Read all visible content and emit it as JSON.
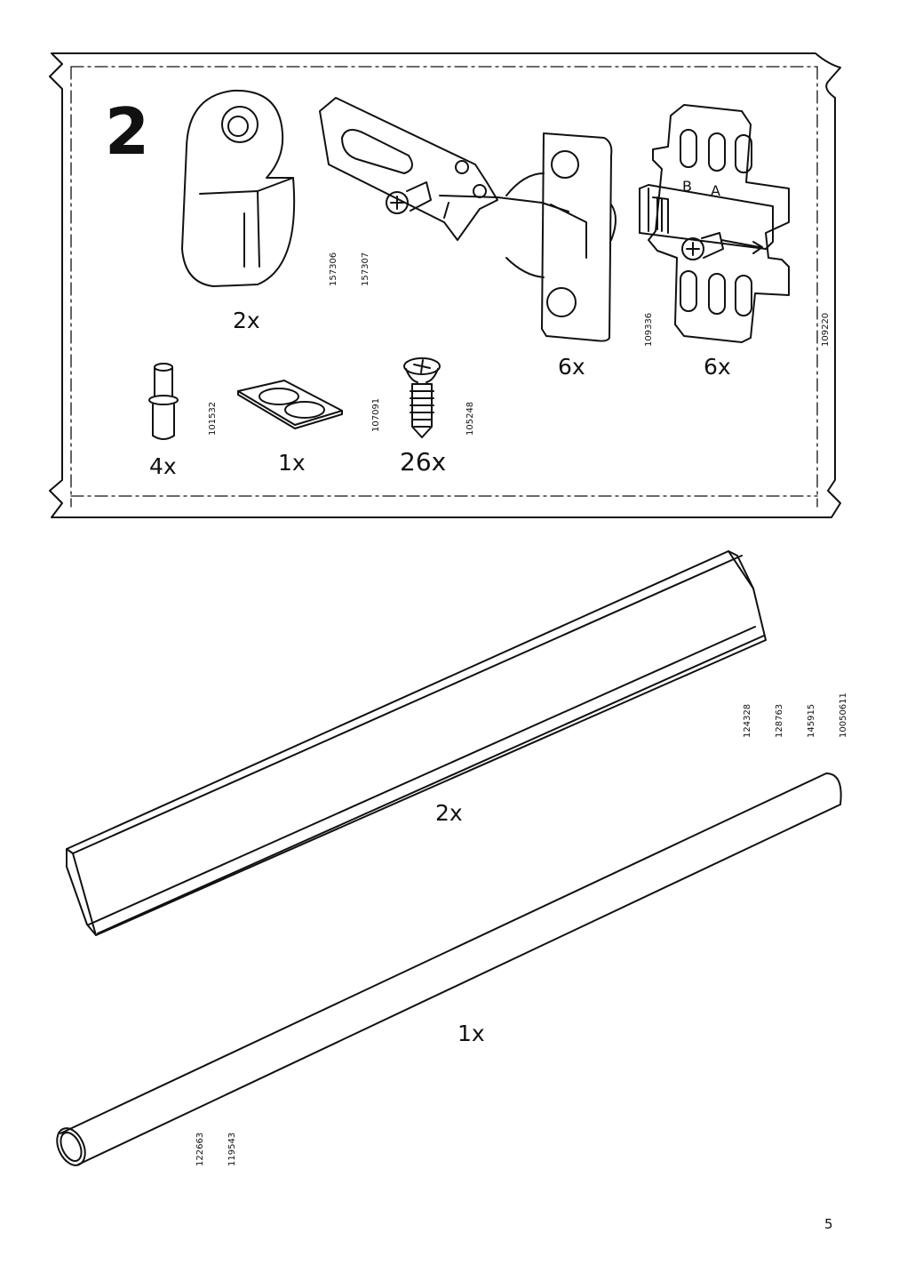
{
  "step": {
    "number": "2",
    "parts": [
      {
        "id": "bracket",
        "quantity": "2x",
        "part_numbers": [
          "157306",
          "157307"
        ]
      },
      {
        "id": "hinge",
        "quantity": "6x",
        "part_numbers": [
          "109336"
        ]
      },
      {
        "id": "mounting-plate",
        "quantity": "6x",
        "part_numbers": [
          "109220"
        ],
        "plate_letters": [
          "B",
          "A"
        ]
      },
      {
        "id": "dowel",
        "quantity": "4x",
        "part_numbers": [
          "101532"
        ]
      },
      {
        "id": "pads",
        "quantity": "1x",
        "part_numbers": [
          "107091"
        ]
      },
      {
        "id": "screw",
        "quantity": "26x",
        "part_numbers": [
          "105248"
        ]
      }
    ]
  },
  "rail": {
    "quantity": "2x",
    "part_numbers": [
      "124328",
      "128763",
      "145915",
      "10050611"
    ]
  },
  "rod": {
    "quantity": "1x",
    "part_numbers": [
      "122663",
      "119543"
    ]
  },
  "page_number": "5"
}
